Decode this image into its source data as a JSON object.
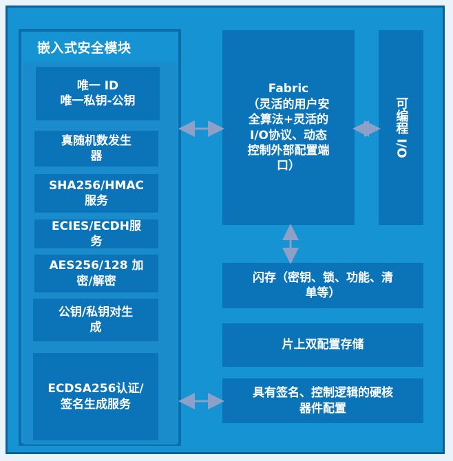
{
  "colors": {
    "frame": "#1593d3",
    "module_border": "#0d6da8",
    "box": "#0b73b8",
    "text": "#ffffff",
    "arrow": "#8fa0c8"
  },
  "module": {
    "title": "嵌入式安全模块",
    "items": [
      "唯一 ID\n唯一私钥-公钥",
      "真随机数发生\n器",
      "SHA256/HMAC\n服务",
      "ECIES/ECDH服\n务",
      "AES256/128 加\n密/解密",
      "公钥/私钥对生\n成",
      "ECDSA256认证/\n签名生成服务"
    ]
  },
  "fabric": {
    "label": "Fabric\n（灵活的用户安\n全算法+灵活的\nI/O协议、动态\n控制外部配置端\n口）"
  },
  "io": {
    "label": "可编程 I/O"
  },
  "flash": {
    "label": "闪存（密钥、锁、功能、清\n单等）"
  },
  "dual_config": {
    "label": "片上双配置存储"
  },
  "hard_core": {
    "label": "具有签名、控制逻辑的硬核\n器件配置"
  }
}
